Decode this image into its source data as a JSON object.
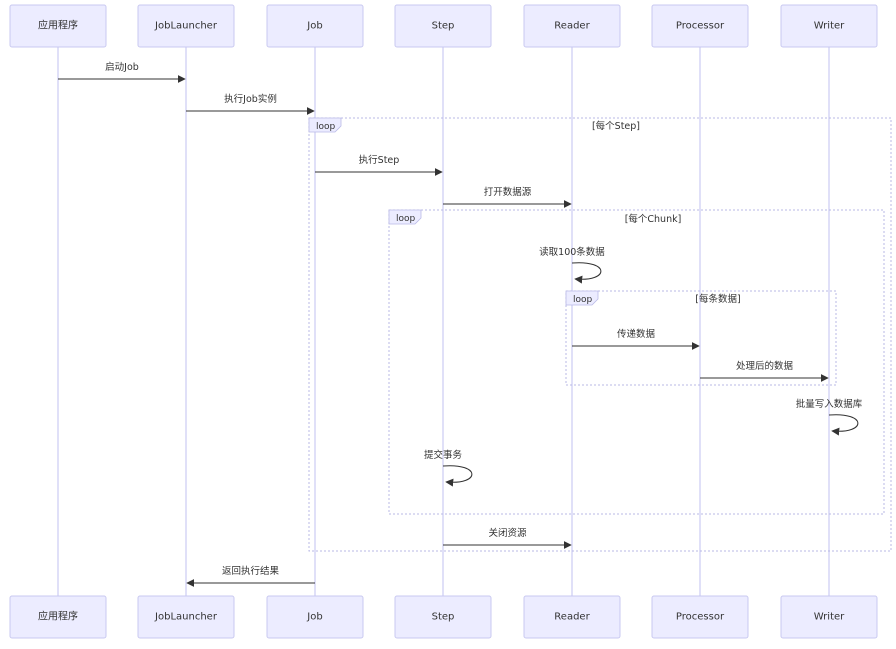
{
  "participants": [
    {
      "id": "app",
      "label": "应用程序"
    },
    {
      "id": "launcher",
      "label": "JobLauncher"
    },
    {
      "id": "job",
      "label": "Job"
    },
    {
      "id": "step",
      "label": "Step"
    },
    {
      "id": "reader",
      "label": "Reader"
    },
    {
      "id": "processor",
      "label": "Processor"
    },
    {
      "id": "writer",
      "label": "Writer"
    }
  ],
  "messages": [
    {
      "from": "app",
      "to": "launcher",
      "label": "启动Job"
    },
    {
      "from": "launcher",
      "to": "job",
      "label": "执行Job实例"
    },
    {
      "from": "job",
      "to": "step",
      "label": "执行Step"
    },
    {
      "from": "step",
      "to": "reader",
      "label": "打开数据源"
    },
    {
      "from": "reader",
      "to": "reader",
      "label": "读取100条数据"
    },
    {
      "from": "reader",
      "to": "processor",
      "label": "传递数据"
    },
    {
      "from": "processor",
      "to": "writer",
      "label": "处理后的数据"
    },
    {
      "from": "writer",
      "to": "writer",
      "label": "批量写入数据库"
    },
    {
      "from": "step",
      "to": "step",
      "label": "提交事务"
    },
    {
      "from": "step",
      "to": "reader",
      "label": "关闭资源"
    },
    {
      "from": "job",
      "to": "launcher",
      "label": "返回执行结果"
    }
  ],
  "loops": [
    {
      "keyword": "loop",
      "condition": "[每个Step]"
    },
    {
      "keyword": "loop",
      "condition": "[每个Chunk]"
    },
    {
      "keyword": "loop",
      "condition": "[每条数据]"
    }
  ]
}
